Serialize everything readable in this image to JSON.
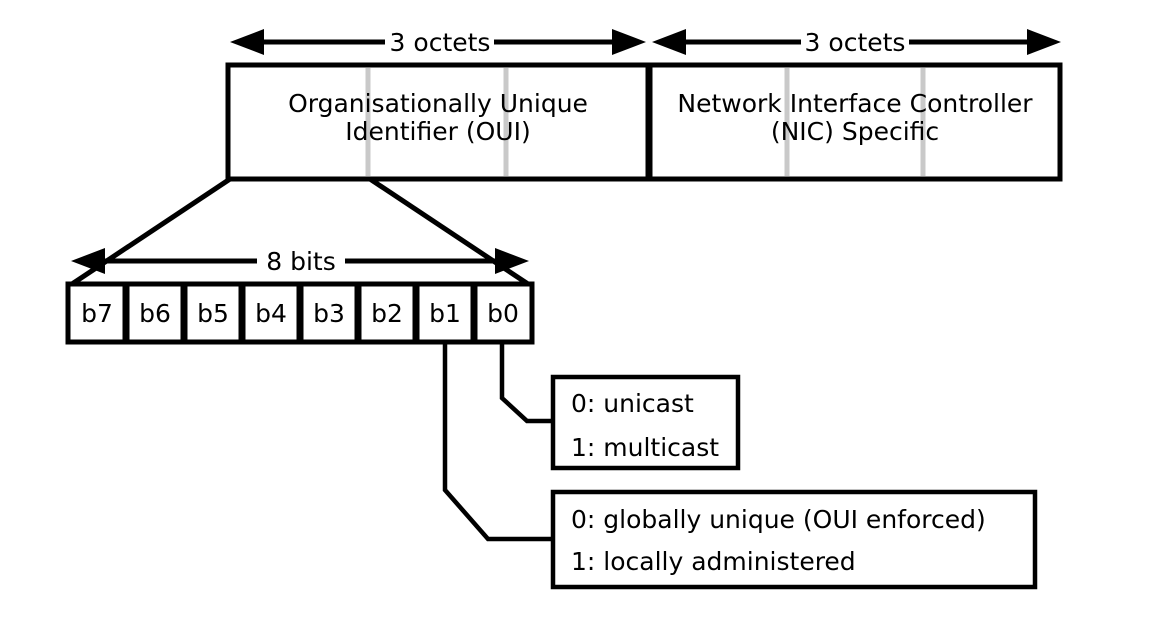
{
  "diagram": {
    "title_semantic": "MAC address structure diagram",
    "colors": {
      "background": "#ffffff",
      "line": "#000000",
      "octet_divider": "#c9c9c9"
    },
    "top": {
      "left_arrow_label": "3 octets",
      "right_arrow_label": "3 octets",
      "oui_box": {
        "line1": "Organisationally Unique",
        "line2": "Identifier (OUI)"
      },
      "nic_box": {
        "line1": "Network Interface Controller",
        "line2": "(NIC) Specific"
      }
    },
    "bits_arrow_label": "8 bits",
    "bits": [
      "b7",
      "b6",
      "b5",
      "b4",
      "b3",
      "b2",
      "b1",
      "b0"
    ],
    "unicast_box": {
      "line1": "0: unicast",
      "line2": "1: multicast"
    },
    "admin_box": {
      "line1": "0: globally unique (OUI enforced)",
      "line2": "1: locally administered"
    }
  }
}
